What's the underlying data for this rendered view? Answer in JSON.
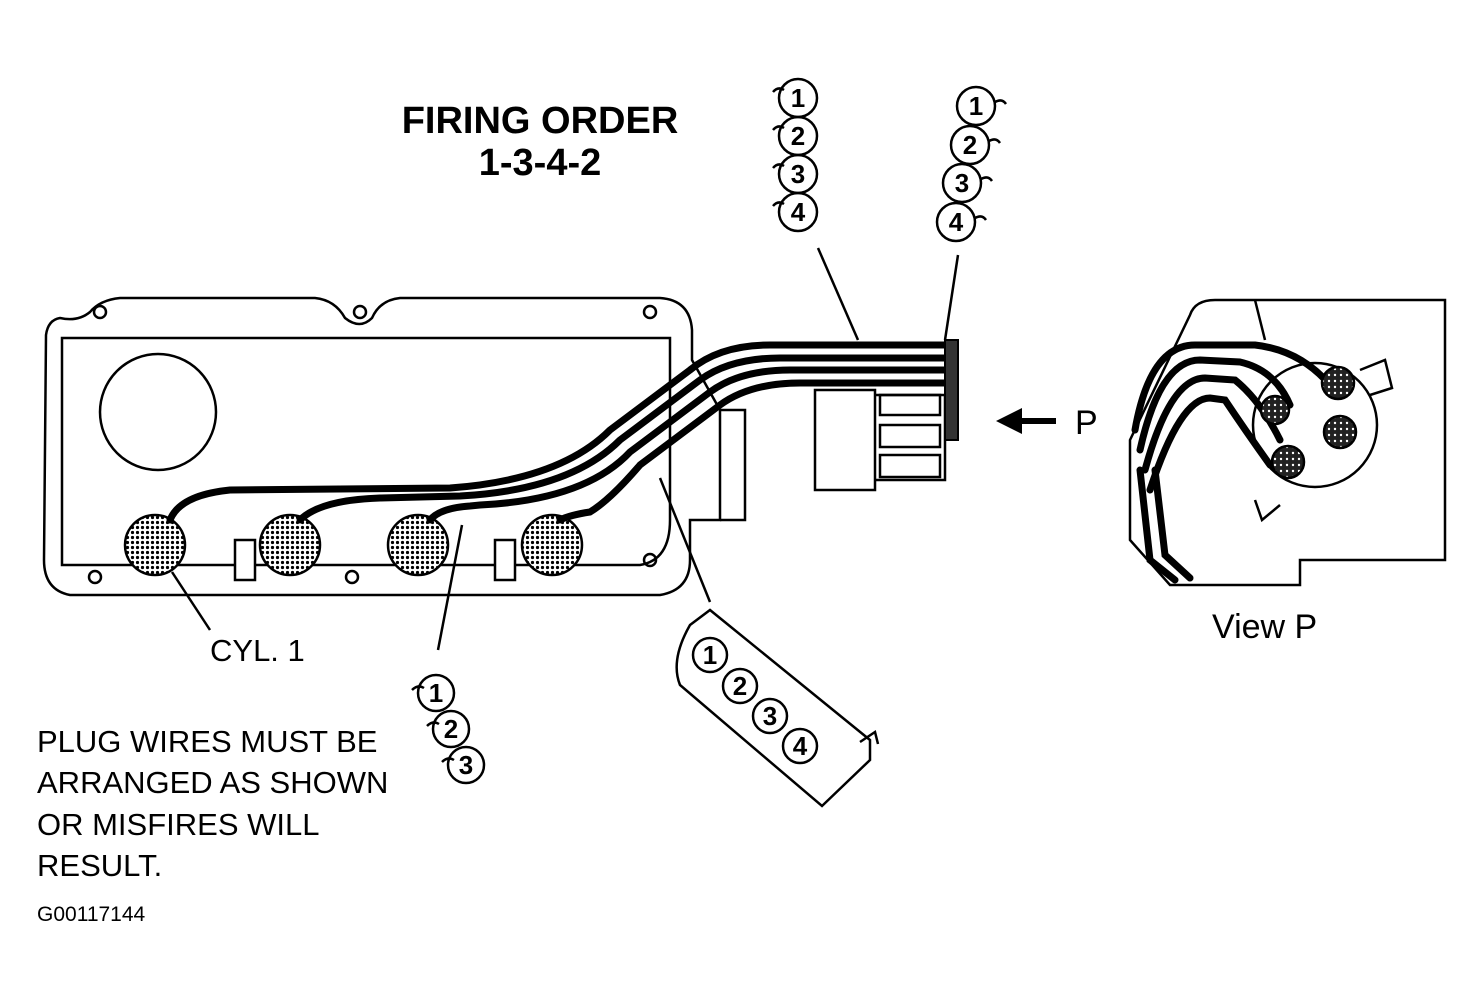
{
  "title": {
    "line1": "FIRING ORDER",
    "line2": "1-3-4-2"
  },
  "labels": {
    "cyl1": "CYL. 1",
    "view_marker": "P",
    "view_caption": "View P",
    "figure_code": "G00117144"
  },
  "note": {
    "line1": "PLUG WIRES MUST BE",
    "line2": "ARRANGED AS SHOWN",
    "line3": "OR MISFIRES WILL",
    "line4": "RESULT."
  },
  "clip_numbers": {
    "clip_a": [
      "1",
      "2",
      "3",
      "4"
    ],
    "clip_b": [
      "1",
      "2",
      "3",
      "4"
    ],
    "clip_c": [
      "1",
      "2",
      "3"
    ],
    "clip_d": [
      "1",
      "2",
      "3",
      "4"
    ]
  }
}
